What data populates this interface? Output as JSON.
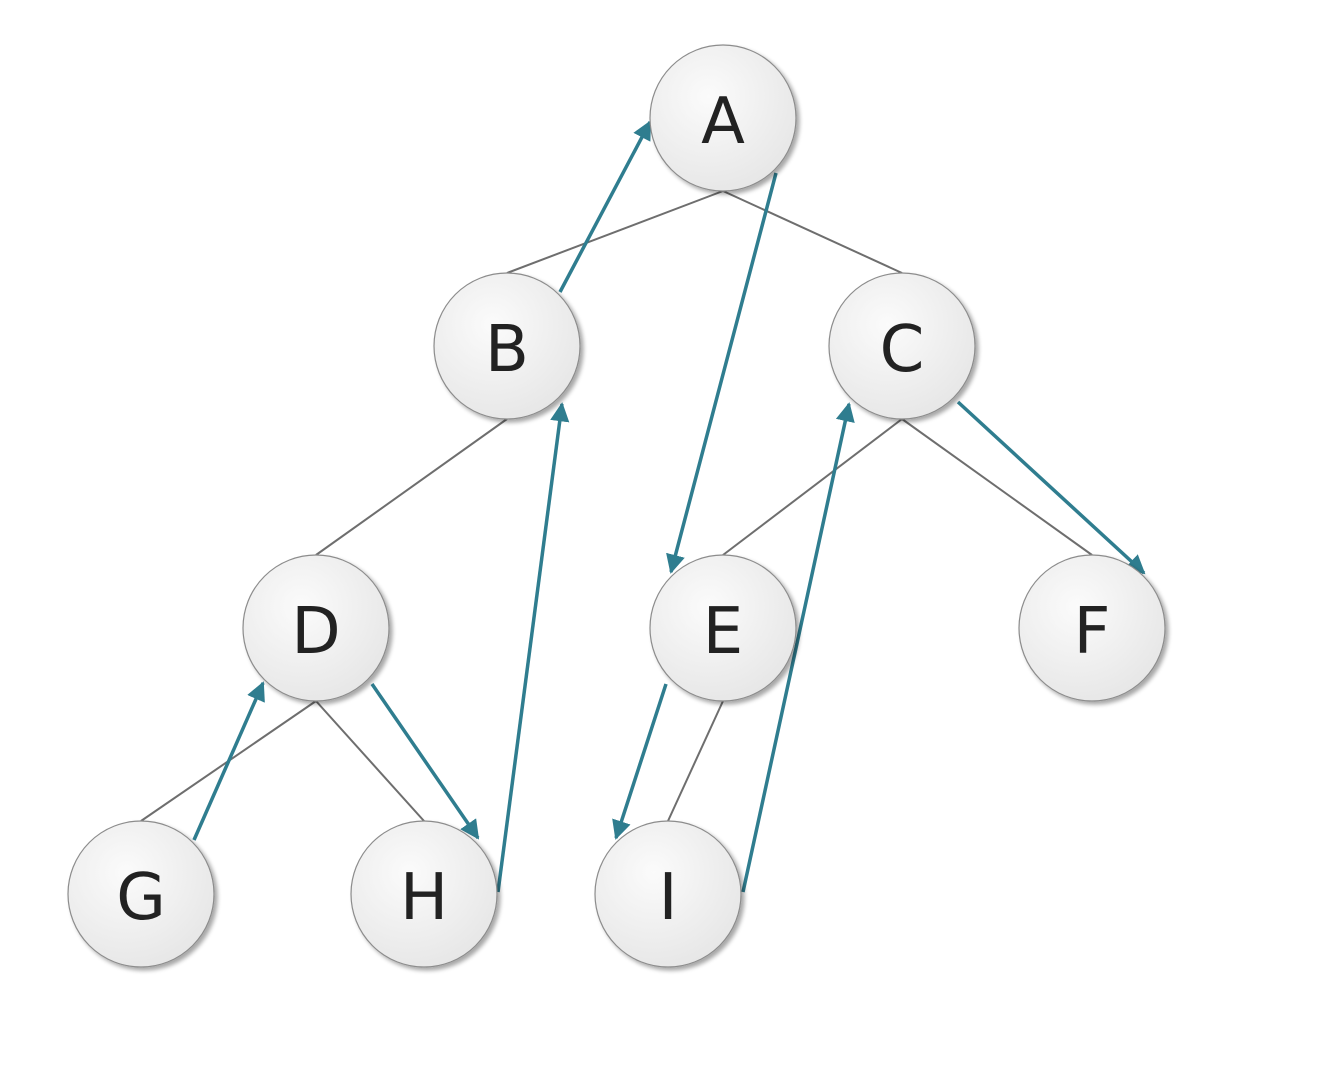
{
  "diagram": {
    "colors": {
      "edge": "#6e6e6e",
      "arrow": "#2f7d8f",
      "node_fill_light": "#fbfbfb",
      "node_fill_dark": "#e6e6e6",
      "node_stroke": "#8c8c8c",
      "label": "#222222"
    },
    "nodes": [
      {
        "id": "A",
        "label": "A"
      },
      {
        "id": "B",
        "label": "B"
      },
      {
        "id": "C",
        "label": "C"
      },
      {
        "id": "D",
        "label": "D"
      },
      {
        "id": "E",
        "label": "E"
      },
      {
        "id": "F",
        "label": "F"
      },
      {
        "id": "G",
        "label": "G"
      },
      {
        "id": "H",
        "label": "H"
      },
      {
        "id": "I",
        "label": "I"
      }
    ],
    "tree_edges": [
      {
        "from": "A",
        "to": "B"
      },
      {
        "from": "A",
        "to": "C"
      },
      {
        "from": "B",
        "to": "D"
      },
      {
        "from": "C",
        "to": "E"
      },
      {
        "from": "C",
        "to": "F"
      },
      {
        "from": "D",
        "to": "G"
      },
      {
        "from": "D",
        "to": "H"
      },
      {
        "from": "E",
        "to": "I"
      }
    ],
    "traversal_arrows": [
      {
        "from": "G",
        "to": "D"
      },
      {
        "from": "D",
        "to": "H"
      },
      {
        "from": "H",
        "to": "B"
      },
      {
        "from": "B",
        "to": "A"
      },
      {
        "from": "A",
        "to": "E"
      },
      {
        "from": "E",
        "to": "I"
      },
      {
        "from": "I",
        "to": "C"
      },
      {
        "from": "C",
        "to": "F"
      }
    ]
  }
}
